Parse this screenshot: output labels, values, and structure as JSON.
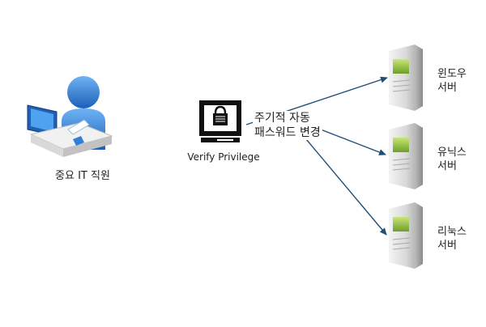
{
  "user": {
    "label": "중요 IT 직원",
    "icon": "it-staff-icon"
  },
  "verify": {
    "label": "Verify Privilege",
    "icon": "lock-terminal-icon"
  },
  "process": {
    "line1": "주기적 자동",
    "line2": "패스워드 변경"
  },
  "servers": [
    {
      "line1": "윈도우",
      "line2": "서버",
      "icon": "server-tower-icon"
    },
    {
      "line1": "유닉스",
      "line2": "서버",
      "icon": "server-tower-icon"
    },
    {
      "line1": "리눅스",
      "line2": "서버",
      "icon": "server-tower-icon"
    }
  ],
  "colors": {
    "arrow": "#1f4e79",
    "user_blue": "#2f7fd8",
    "server_screen": "#a6cf4a"
  }
}
